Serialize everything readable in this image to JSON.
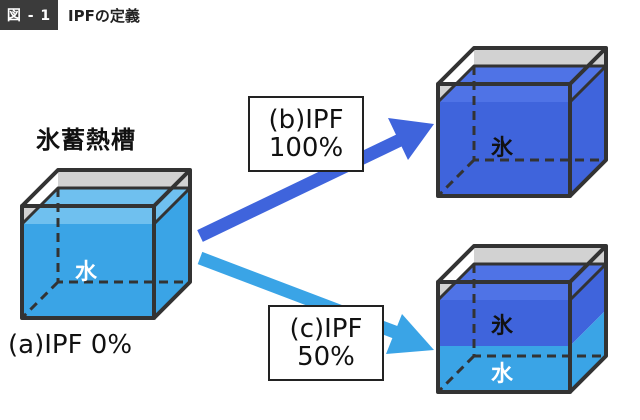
{
  "header": {
    "badge": "図 - 1",
    "title": "IPFの定義"
  },
  "heading": "氷蓄熱槽",
  "tank_a": {
    "caption": "(a)IPF 0%",
    "material": "水"
  },
  "tank_b": {
    "callout_line1": "(b)IPF",
    "callout_line2": "100%",
    "material": "氷"
  },
  "tank_c": {
    "callout_line1": "(c)IPF",
    "callout_line2": "50%",
    "ice_material": "氷",
    "water_material": "水"
  },
  "colors": {
    "water": "#3aa4e6",
    "ice": "#3f64dc",
    "top_gray": "#d2d2d2",
    "outline": "#333333",
    "arrow_b": "#3f64dc",
    "arrow_c": "#3aa4e6"
  }
}
